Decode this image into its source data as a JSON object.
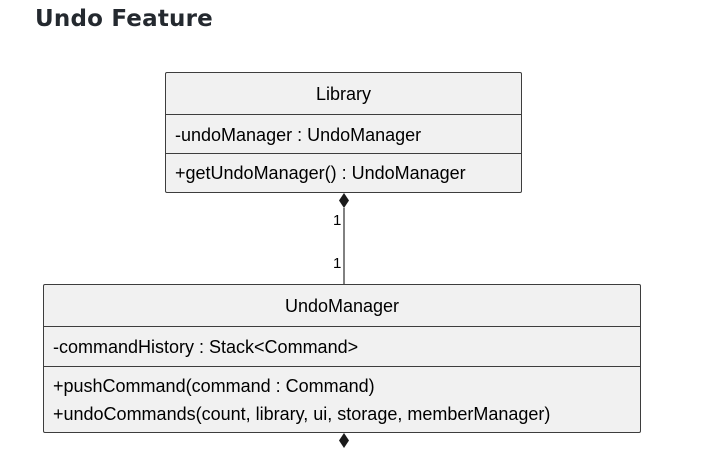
{
  "heading": "Undo Feature",
  "classes": {
    "library": {
      "name": "Library",
      "attributes": [
        "-undoManager : UndoManager"
      ],
      "operations": [
        "+getUndoManager() : UndoManager"
      ]
    },
    "undo_manager": {
      "name": "UndoManager",
      "attributes": [
        "-commandHistory : Stack<Command>"
      ],
      "operations": [
        "+pushCommand(command : Command)",
        "+undoCommands(count, library, ui, storage, memberManager)"
      ]
    }
  },
  "association": {
    "type": "composition",
    "source_multiplicity": "1",
    "target_multiplicity": "1"
  },
  "colors": {
    "class_fill": "#f1f1f1",
    "class_border": "#3d3d3d",
    "heading_text": "#24292f"
  }
}
